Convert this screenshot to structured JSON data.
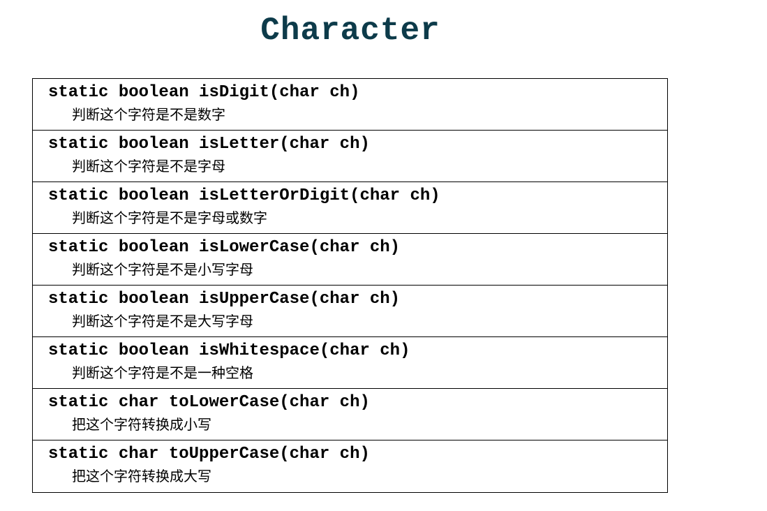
{
  "title": "Character",
  "methods": [
    {
      "signature": "static boolean isDigit(char ch)",
      "description": "判断这个字符是不是数字"
    },
    {
      "signature": "static boolean isLetter(char ch)",
      "description": "判断这个字符是不是字母"
    },
    {
      "signature": "static boolean isLetterOrDigit(char ch)",
      "description": "判断这个字符是不是字母或数字"
    },
    {
      "signature": "static boolean isLowerCase(char ch)",
      "description": "判断这个字符是不是小写字母"
    },
    {
      "signature": "static boolean isUpperCase(char ch)",
      "description": "判断这个字符是不是大写字母"
    },
    {
      "signature": "static boolean isWhitespace(char ch)",
      "description": "判断这个字符是不是一种空格"
    },
    {
      "signature": "static char toLowerCase(char ch)",
      "description": "把这个字符转换成小写"
    },
    {
      "signature": "static char toUpperCase(char ch)",
      "description": "把这个字符转换成大写"
    }
  ]
}
